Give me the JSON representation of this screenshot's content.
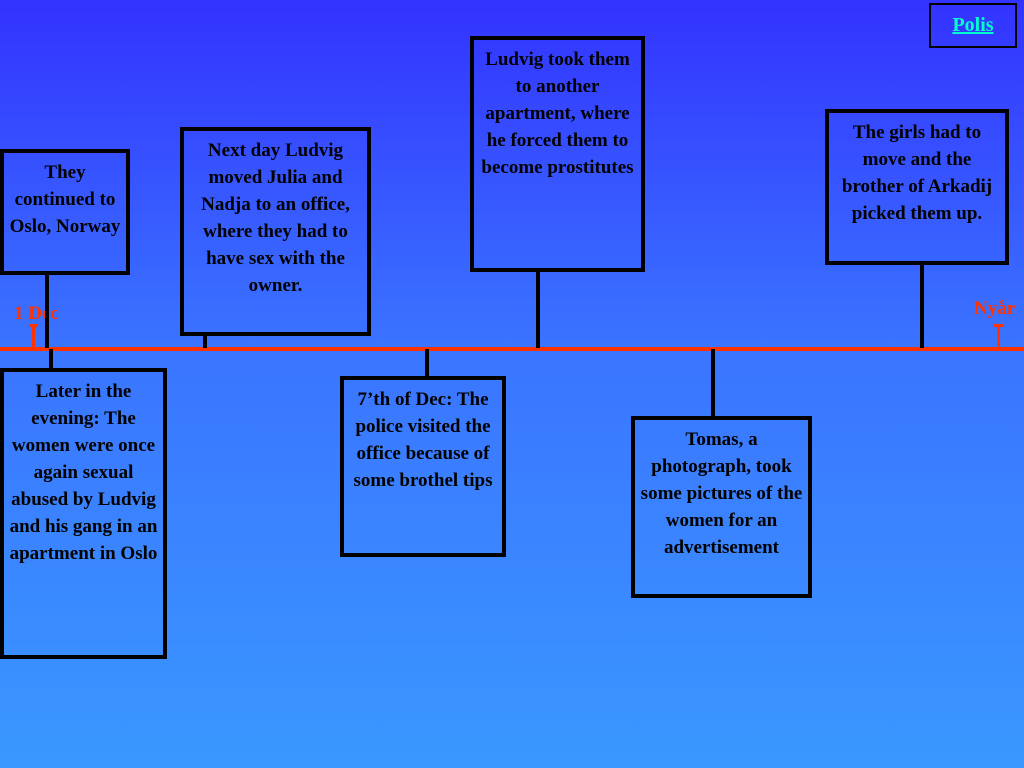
{
  "link": {
    "label": "Polis"
  },
  "timeline": {
    "start_label": "1 Dec",
    "end_label": "Nyår"
  },
  "events": [
    {
      "id": "oslo",
      "text": "They continued to Oslo, Norway"
    },
    {
      "id": "evening",
      "text": "Later in the evening: The women were once again sexual abused by Ludvig and his gang in an apartment in Oslo"
    },
    {
      "id": "office",
      "text": "Next day Ludvig moved Julia and Nadja to an office, where they had to have sex with the owner."
    },
    {
      "id": "police",
      "text": "7’th of Dec: The police visited the office because of some brothel tips"
    },
    {
      "id": "apartment",
      "text": "Ludvig took them to another apartment, where he forced them to become prostitutes"
    },
    {
      "id": "tomas",
      "text": "Tomas, a photograph, took some pictures of the women for an advertisement"
    },
    {
      "id": "girls",
      "text": "The girls had to move and the brother of Arkadij picked them up."
    }
  ]
}
